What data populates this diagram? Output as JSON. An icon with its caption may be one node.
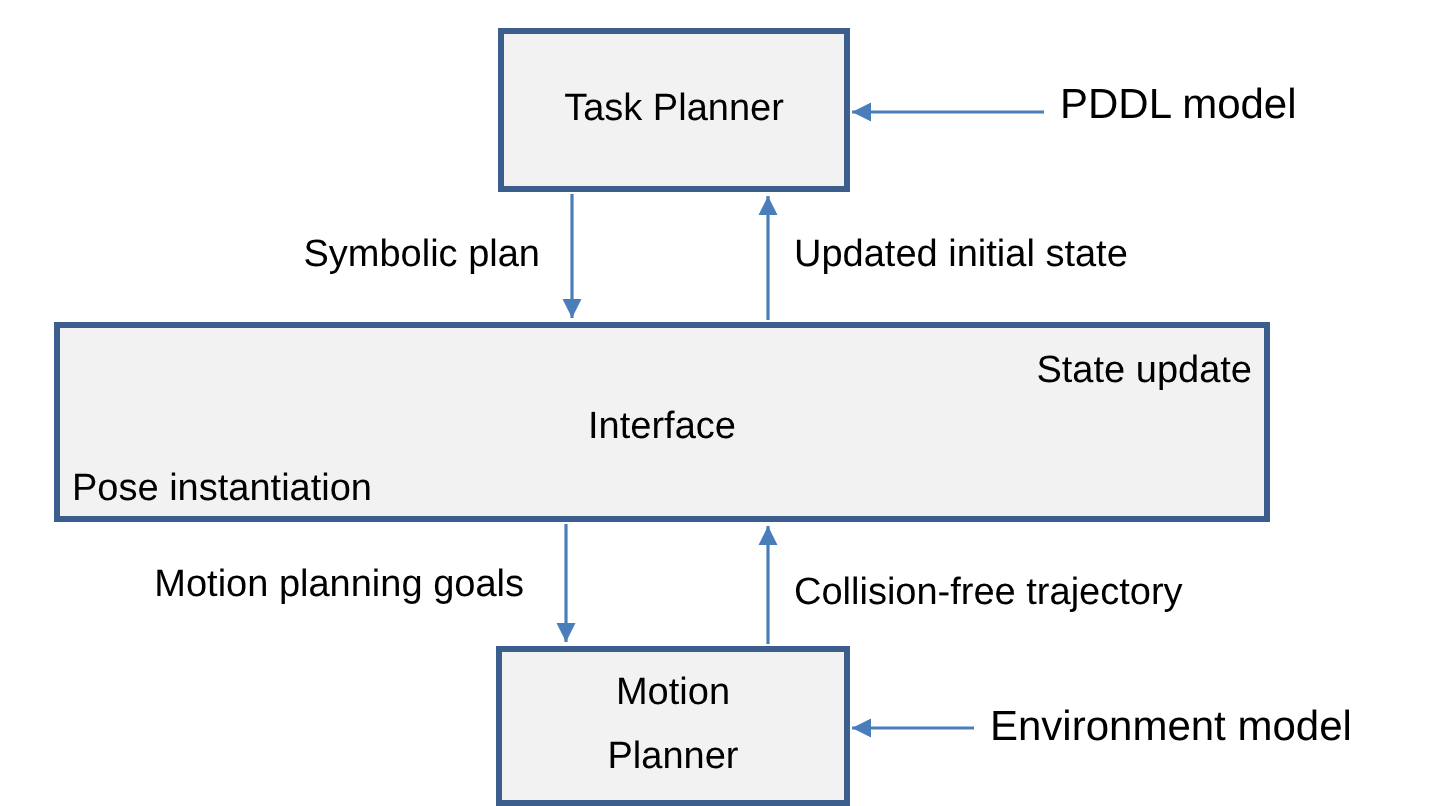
{
  "diagram": {
    "nodes": [
      {
        "text": [
          "Task Planner"
        ]
      },
      {
        "text": [
          "PDDL model"
        ]
      },
      {
        "text": [
          "Interface",
          "State update",
          "Pose instantiation"
        ]
      },
      {
        "text": [
          "Motion Planner"
        ]
      },
      {
        "text": [
          "Environment model"
        ]
      }
    ],
    "edges": [
      {
        "from": 1,
        "to": 0,
        "arrow": "to"
      },
      {
        "from": 0,
        "to": 2,
        "arrow": "to",
        "label": "Symbolic plan"
      },
      {
        "from": 2,
        "to": 0,
        "arrow": "to",
        "label": "Updated initial state"
      },
      {
        "from": 2,
        "to": 3,
        "arrow": "to",
        "label": "Motion planning goals"
      },
      {
        "from": 3,
        "to": 2,
        "arrow": "to",
        "label": "Collision-free trajectory"
      },
      {
        "from": 4,
        "to": 3,
        "arrow": "to"
      }
    ]
  }
}
